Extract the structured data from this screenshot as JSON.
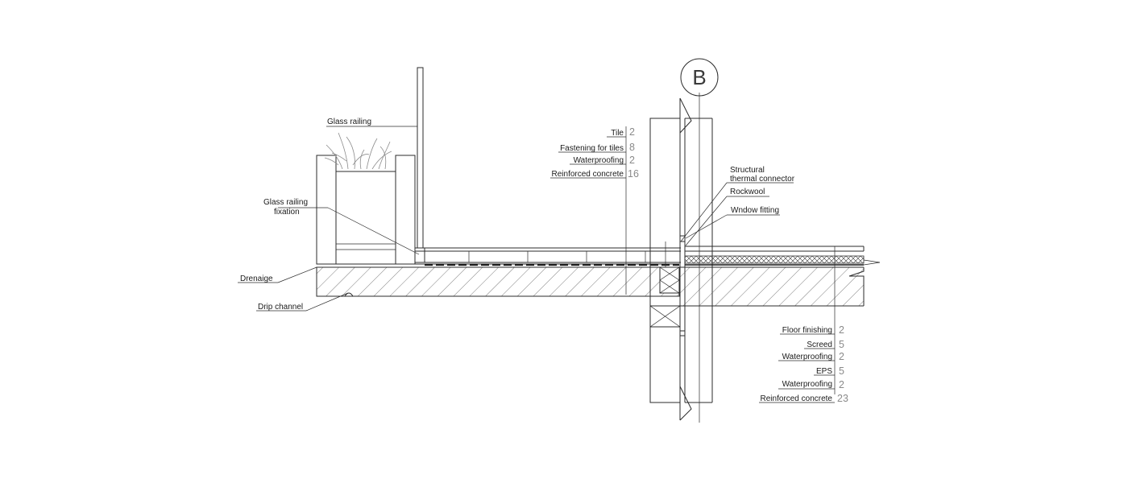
{
  "grid_marker": "B",
  "left_labels": {
    "glass_railing": "Glass railing",
    "glass_railing_fixation_1": "Glass railing",
    "glass_railing_fixation_2": "fixation",
    "drenaige": "Drenaige",
    "drip_channel": "Drip channel"
  },
  "right_labels": {
    "structural_1": "Structural",
    "structural_2": "thermal connector",
    "rockwool": "Rockwool",
    "window_fitting": "Wndow fitting"
  },
  "balcony_layers": [
    {
      "name": "Tile",
      "thickness": "2"
    },
    {
      "name": "Fastening for tiles",
      "thickness": "8"
    },
    {
      "name": "Waterproofing",
      "thickness": "2"
    },
    {
      "name": "Reinforced concrete",
      "thickness": "16"
    }
  ],
  "floor_layers": [
    {
      "name": "Floor finishing",
      "thickness": "2"
    },
    {
      "name": "Screed",
      "thickness": "5"
    },
    {
      "name": "Waterproofing",
      "thickness": "2"
    },
    {
      "name": "EPS",
      "thickness": "5"
    },
    {
      "name": "Waterproofing",
      "thickness": "2"
    },
    {
      "name": "Reinforced concrete",
      "thickness": "23"
    }
  ]
}
